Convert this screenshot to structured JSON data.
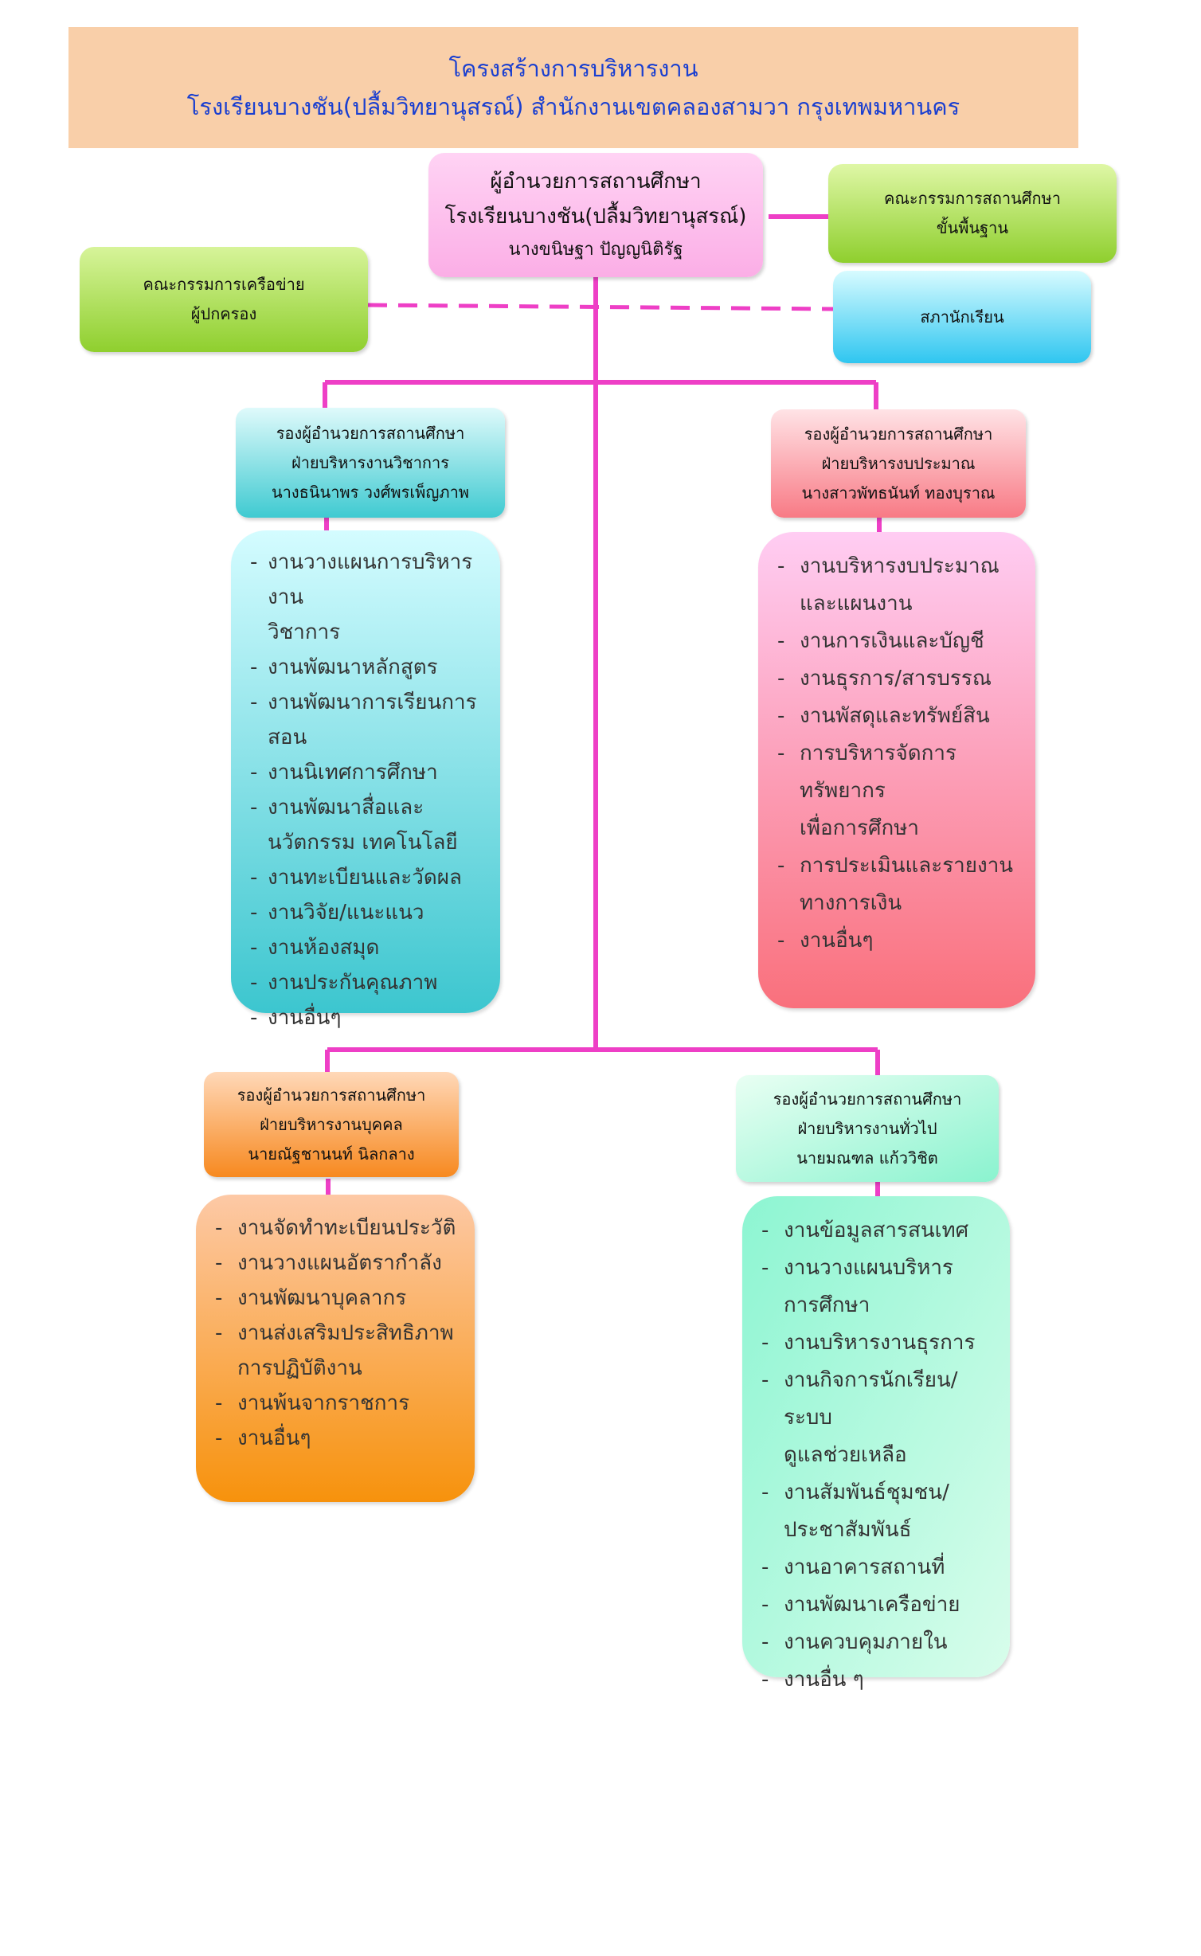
{
  "header": {
    "line1": "โครงสร้างการบริหารงาน",
    "line2": "โรงเรียนบางชัน(ปลื้มวิทยานุสรณ์) สำนักงานเขตคลองสามวา กรุงเทพมหานคร"
  },
  "director": {
    "title": "ผู้อำนวยการสถานศึกษา",
    "school": "โรงเรียนบางชัน(ปลื้มวิทยานุสรณ์)",
    "name": "นางขนิษฐา  ปัญญนิติรัฐ"
  },
  "basic_committee": {
    "line1": "คณะกรรมการสถานศึกษา",
    "line2": "ขั้นพื้นฐาน"
  },
  "parent_network": {
    "line1": "คณะกรรมการเครือข่าย",
    "line2": "ผู้ปกครอง"
  },
  "student_council": {
    "label": "สภานักเรียน"
  },
  "academic": {
    "title": "รองผู้อำนวยการสถานศึกษา",
    "dept": "ฝ่ายบริหารงานวิชาการ",
    "name": "นางธนินาพร  วงศ์พรเพ็ญภาพ",
    "tasks": [
      "งานวางแผนการบริหารงาน",
      "วิชาการ",
      "งานพัฒนาหลักสูตร",
      "งานพัฒนาการเรียนการสอน",
      "งานนิเทศการศึกษา",
      "งานพัฒนาสื่อและ",
      "นวัตกรรม เทคโนโลยี",
      "งานทะเบียนและวัดผล",
      "งานวิจัย/แนะแนว",
      "งานห้องสมุด",
      "งานประกันคุณภาพ",
      "งานอื่นๆ"
    ]
  },
  "budget": {
    "title": "รองผู้อำนวยการสถานศึกษา",
    "dept": "ฝ่ายบริหารงบประมาณ",
    "name": "นางสาวพัทธนันท์  ทองบุราณ",
    "tasks": [
      "งานบริหารงบประมาณ",
      "และแผนงาน",
      "งานการเงินและบัญชี",
      "งานธุรการ/สารบรรณ",
      "งานพัสดุและทรัพย์สิน",
      "การบริหารจัดการทรัพยากร",
      "เพื่อการศึกษา",
      "การประเมินและรายงาน",
      "ทางการเงิน",
      "งานอื่นๆ"
    ]
  },
  "personnel": {
    "title": "รองผู้อำนวยการสถานศึกษา",
    "dept": "ฝ่ายบริหารงานบุคคล",
    "name": "นายณัฐชานนท์  นิลกลาง",
    "tasks": [
      "งานจัดทำทะเบียนประวัติ",
      "งานวางแผนอัตรากำลัง",
      "งานพัฒนาบุคลากร",
      "งานส่งเสริมประสิทธิภาพ",
      "การปฏิบัติงาน",
      "งานพ้นจากราชการ",
      "งานอื่นๆ"
    ]
  },
  "general": {
    "title": "รองผู้อำนวยการสถานศึกษา",
    "dept": "ฝ่ายบริหารงานทั่วไป",
    "name": "นายมณฑล  แก้ววิชิต",
    "tasks": [
      "งานข้อมูลสารสนเทศ",
      "งานวางแผนบริหาร",
      "การศึกษา",
      "งานบริหารงานธุรการ",
      "งานกิจการนักเรียน/ระบบ",
      "ดูแลช่วยเหลือ",
      "งานสัมพันธ์ชุมชน/",
      "ประชาสัมพันธ์",
      "งานอาคารสถานที่",
      "งานพัฒนาเครือข่าย",
      "งานควบคุมภายใน",
      "งานอื่น ๆ"
    ]
  },
  "colors": {
    "connector": "#ee3fc6",
    "header_bg": "#f9cfa9",
    "header_text": "#1a3fd0"
  }
}
